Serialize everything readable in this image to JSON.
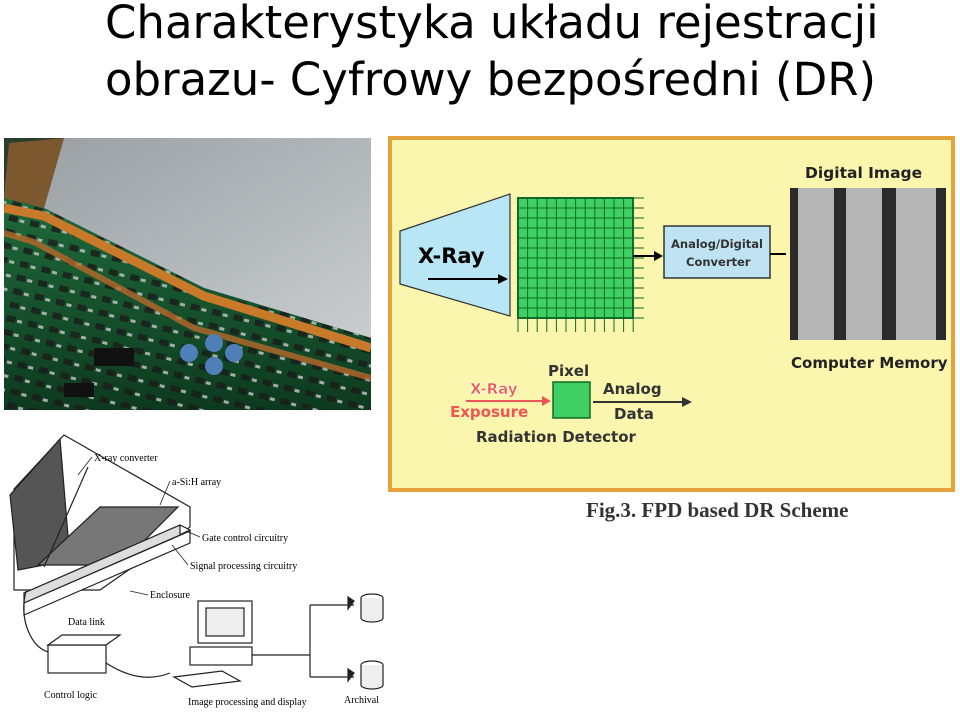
{
  "slide": {
    "title_line1": "Charakterystyka układu rejestracji",
    "title_line2": "obrazu- Cyfrowy bezpośredni (DR)"
  },
  "scheme": {
    "xray": "X-Ray",
    "adc_line1": "Analog/Digital",
    "adc_line2": "Converter",
    "digital_image": "Digital Image",
    "computer_memory": "Computer Memory",
    "pixel": "Pixel",
    "xray_small": "X-Ray",
    "exposure": "Exposure",
    "analog": "Analog",
    "data": "Data",
    "radiation_detector": "Radiation Detector",
    "caption": "Fig.3. FPD based DR Scheme",
    "colors": {
      "background": "#fbf6ae",
      "border": "#e6a23a",
      "grid": "#2fbf52",
      "box": "#bfe3f3"
    }
  },
  "drawing": {
    "xray_converter": "X-ray converter",
    "asih_array": "a-Si:H array",
    "gate_control": "Gate control circuitry",
    "signal_processing": "Signal processing circuitry",
    "enclosure": "Enclosure",
    "data_link": "Data link",
    "control_logic": "Control logic",
    "image_processing": "Image processing and display",
    "archival": "Archival"
  }
}
